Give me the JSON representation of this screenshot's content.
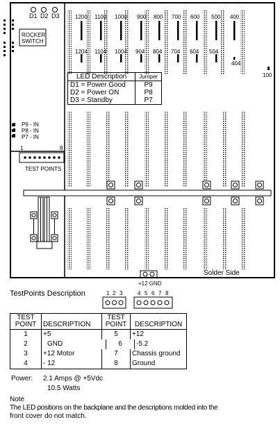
{
  "leds": [
    "D1",
    "D2",
    "D3"
  ],
  "rocker_switch": [
    "ROCKER",
    "SWITCH"
  ],
  "slot_numbers_top": [
    "1200",
    "1100",
    "1000",
    "900",
    "800",
    "700",
    "600",
    "500",
    "400"
  ],
  "slot_numbers_bottom": [
    "1204",
    "1104",
    "1004",
    "904",
    "804",
    "704",
    "604",
    "504"
  ],
  "label_404": "404",
  "label_100": "100",
  "led_table": {
    "header_desc": "LED Description",
    "header_jumper": "Jumper",
    "rows": [
      {
        "desc": "D1 = Power Good",
        "jumper": "P9"
      },
      {
        "desc": "D2 = Power ON",
        "jumper": "P8"
      },
      {
        "desc": "D3 = Standby",
        "jumper": "P7"
      }
    ]
  },
  "jumper_inputs": [
    "P9 - IN",
    "P8 - IN",
    "P7 - IN"
  ],
  "test_points_label": "TEST POINTS",
  "test_points_ends": [
    "1",
    "8"
  ],
  "gnd_label": "+12 GND",
  "solder_side_label": "Solder Side",
  "testpoints_description_title": "TestPoints Description",
  "connector_a_pins": [
    "1",
    "2",
    "3"
  ],
  "connector_b_pins": [
    "4",
    "5",
    "6",
    "7",
    "8"
  ],
  "description_table": {
    "header_test_point": [
      "TEST",
      "POINT"
    ],
    "header_description": "DESCRIPTION",
    "rows": [
      {
        "p1": "1",
        "d1": "+5",
        "p2": "5",
        "d2": "+12"
      },
      {
        "p1": "2",
        "d1": "GND",
        "p2": "6",
        "d2": "-5.2"
      },
      {
        "p1": "3",
        "d1": "+12 Motor",
        "p2": "7",
        "d2": "Chassis ground"
      },
      {
        "p1": "4",
        "d1": "- 12",
        "p2": "8",
        "d2": "Ground"
      }
    ]
  },
  "power_label": "Power:",
  "power_line1": "2.1 Amps @ +5Vdc",
  "power_line2": "10.5 Watts",
  "note_title": "Note",
  "note_text_1": "The LED positions on the backplane and the descriptions molded into the",
  "note_text_2": "front cover do not match."
}
